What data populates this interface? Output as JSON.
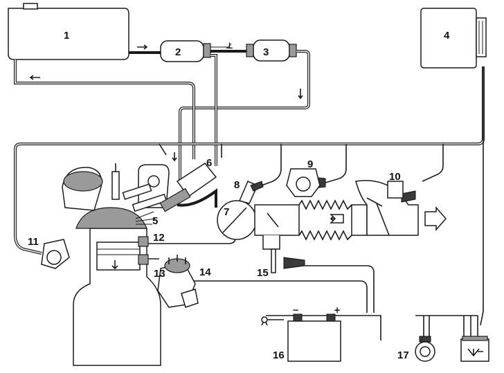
{
  "labels": {
    "n1": "1",
    "n2": "2",
    "n3": "3",
    "n4": "4",
    "n5": "5",
    "n6": "6",
    "n7": "7",
    "n8": "8",
    "n9": "9",
    "n10": "10",
    "n11": "11",
    "n12": "12",
    "n13": "13",
    "n14": "14",
    "n15": "15",
    "n16": "16",
    "n17": "17"
  },
  "symbols": {
    "battery_minus": "−",
    "battery_plus": "+",
    "ground": "⊥"
  }
}
